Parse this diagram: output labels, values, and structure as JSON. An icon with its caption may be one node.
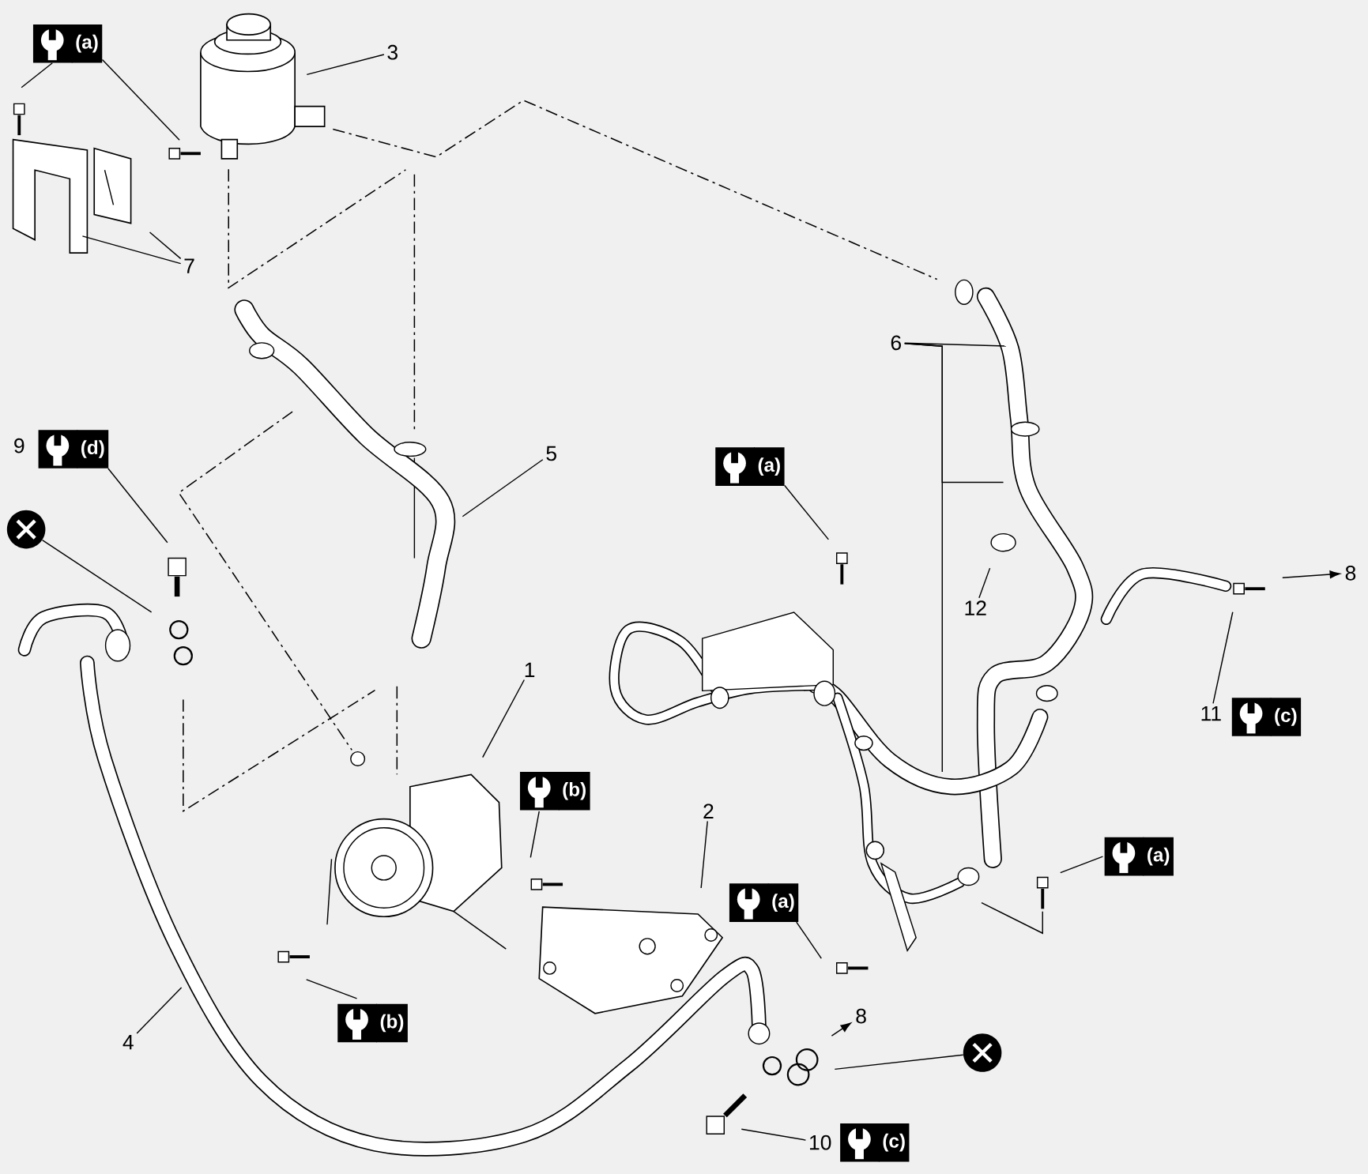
{
  "diagram": {
    "nodes": [
      {
        "text": [
          "(a)"
        ]
      },
      {
        "text": [
          "3"
        ]
      },
      {
        "text": [
          "7"
        ]
      },
      {
        "text": [
          "6"
        ]
      },
      {
        "text": [
          "5"
        ]
      },
      {
        "text": [
          "(a)"
        ]
      },
      {
        "text": [
          "9"
        ]
      },
      {
        "text": [
          "(d)"
        ]
      },
      {
        "text": [],
        "shape": "circle"
      },
      {
        "text": [
          "12"
        ]
      },
      {
        "text": [
          "8"
        ]
      },
      {
        "text": [
          "1"
        ]
      },
      {
        "text": [
          "11"
        ]
      },
      {
        "text": [
          "(c)"
        ]
      },
      {
        "text": [
          "(b)"
        ]
      },
      {
        "text": [
          "2"
        ]
      },
      {
        "text": [
          "(a)"
        ]
      },
      {
        "text": [
          "(a)"
        ]
      },
      {
        "text": [
          "(b)"
        ]
      },
      {
        "text": [
          "4"
        ]
      },
      {
        "text": [
          "8"
        ]
      },
      {
        "text": [],
        "shape": "circle"
      },
      {
        "text": [
          "10"
        ]
      },
      {
        "text": [
          "(c)"
        ]
      }
    ],
    "edges": [
      {
        "from": 0,
        "to": null,
        "arrow": "none"
      },
      {
        "from": 0,
        "to": null,
        "arrow": "none"
      },
      {
        "from": 1,
        "to": null,
        "arrow": "none"
      },
      {
        "from": 2,
        "to": null,
        "arrow": "none"
      },
      {
        "from": 2,
        "to": null,
        "arrow": "none"
      },
      {
        "from": 3,
        "to": null,
        "arrow": "none"
      },
      {
        "from": 3,
        "to": null,
        "arrow": "none"
      },
      {
        "from": 3,
        "to": null,
        "arrow": "none"
      },
      {
        "from": 4,
        "to": null,
        "arrow": "none"
      },
      {
        "from": 5,
        "to": null,
        "arrow": "none"
      },
      {
        "from": 7,
        "to": null,
        "arrow": "none"
      },
      {
        "from": 8,
        "to": null,
        "arrow": "none"
      },
      {
        "from": 9,
        "to": null,
        "arrow": "none"
      },
      {
        "from": null,
        "to": 10,
        "arrow": "to"
      },
      {
        "from": 11,
        "to": null,
        "arrow": "none"
      },
      {
        "from": 12,
        "to": null,
        "arrow": "none"
      },
      {
        "from": 14,
        "to": null,
        "arrow": "none"
      },
      {
        "from": 15,
        "to": null,
        "arrow": "none"
      },
      {
        "from": 16,
        "to": null,
        "arrow": "none"
      },
      {
        "from": 17,
        "to": null,
        "arrow": "none"
      },
      {
        "from": 18,
        "to": null,
        "arrow": "none"
      },
      {
        "from": 19,
        "to": null,
        "arrow": "none"
      },
      {
        "from": null,
        "to": 20,
        "arrow": "to"
      },
      {
        "from": 21,
        "to": null,
        "arrow": "none"
      },
      {
        "from": 22,
        "to": null,
        "arrow": "none"
      }
    ]
  }
}
